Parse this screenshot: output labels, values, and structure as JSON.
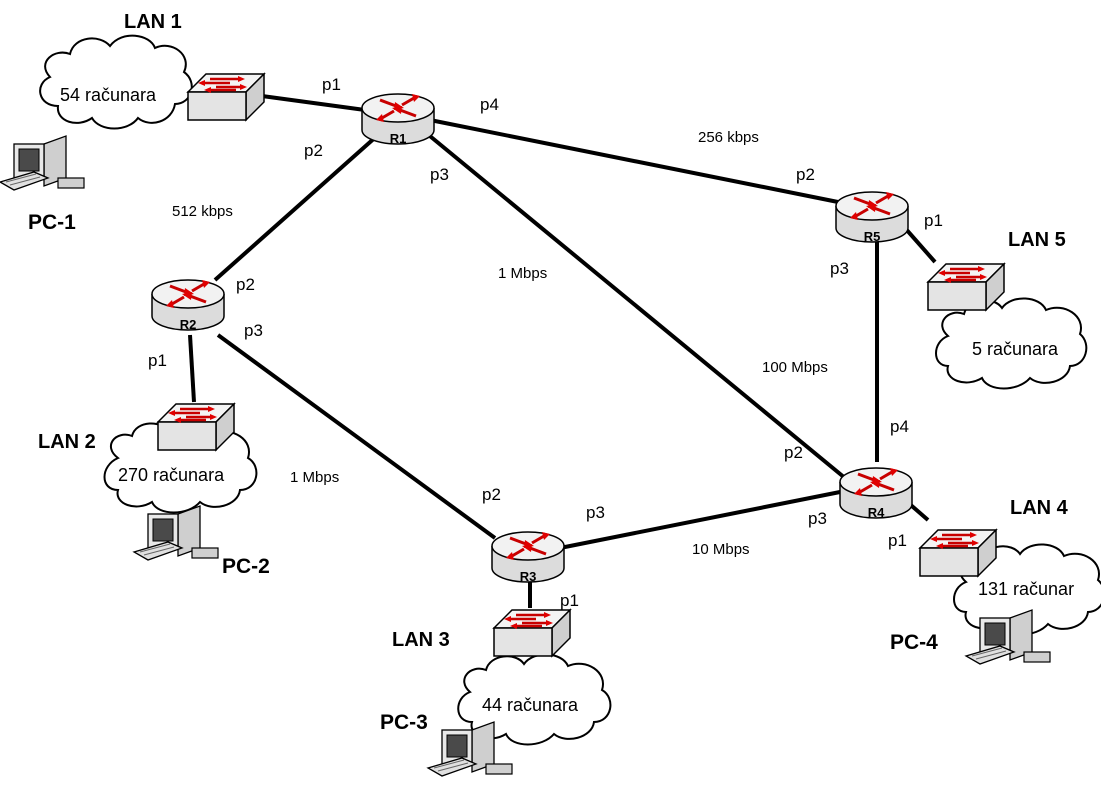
{
  "lans": {
    "lan1": {
      "name": "LAN 1",
      "hosts": "54 računara",
      "pc": "PC-1"
    },
    "lan2": {
      "name": "LAN 2",
      "hosts": "270 računara",
      "pc": "PC-2"
    },
    "lan3": {
      "name": "LAN 3",
      "hosts": "44 računara",
      "pc": "PC-3"
    },
    "lan4": {
      "name": "LAN 4",
      "hosts": "131 računar",
      "pc": "PC-4"
    },
    "lan5": {
      "name": "LAN 5",
      "hosts": "5 računara"
    }
  },
  "routers": {
    "r1": "R1",
    "r2": "R2",
    "r3": "R3",
    "r4": "R4",
    "r5": "R5"
  },
  "ports": {
    "r1": {
      "p1": "p1",
      "p2": "p2",
      "p3": "p3",
      "p4": "p4"
    },
    "r2": {
      "p1": "p1",
      "p2": "p2",
      "p3": "p3"
    },
    "r3": {
      "p1": "p1",
      "p2": "p2",
      "p3": "p3"
    },
    "r4": {
      "p1": "p1",
      "p2": "p2",
      "p3": "p3",
      "p4": "p4"
    },
    "r5": {
      "p1": "p1",
      "p2": "p2",
      "p3": "p3"
    }
  },
  "links": {
    "r1_r2": "512 kbps",
    "r1_r5": "256 kbps",
    "r1_r4": "1 Mbps",
    "r5_r4": "100 Mbps",
    "r2_r3": "1 Mbps",
    "r3_r4": "10 Mbps"
  },
  "colors": {
    "router_arrow": "#d40000",
    "link": "#000000"
  }
}
